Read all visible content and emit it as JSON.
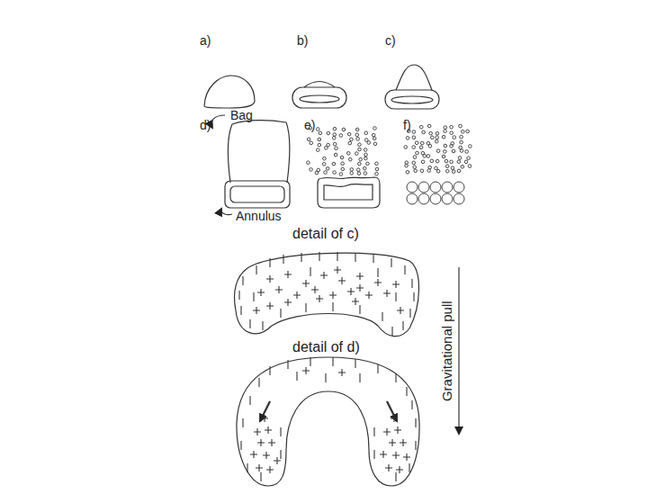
{
  "diagram": {
    "labels": [
      "a)",
      "b)",
      "c)",
      "d)",
      "Bag",
      "e)",
      "f)",
      "Annulus",
      "detail of c)",
      "detail of d)",
      "Gravitational pull"
    ]
  }
}
